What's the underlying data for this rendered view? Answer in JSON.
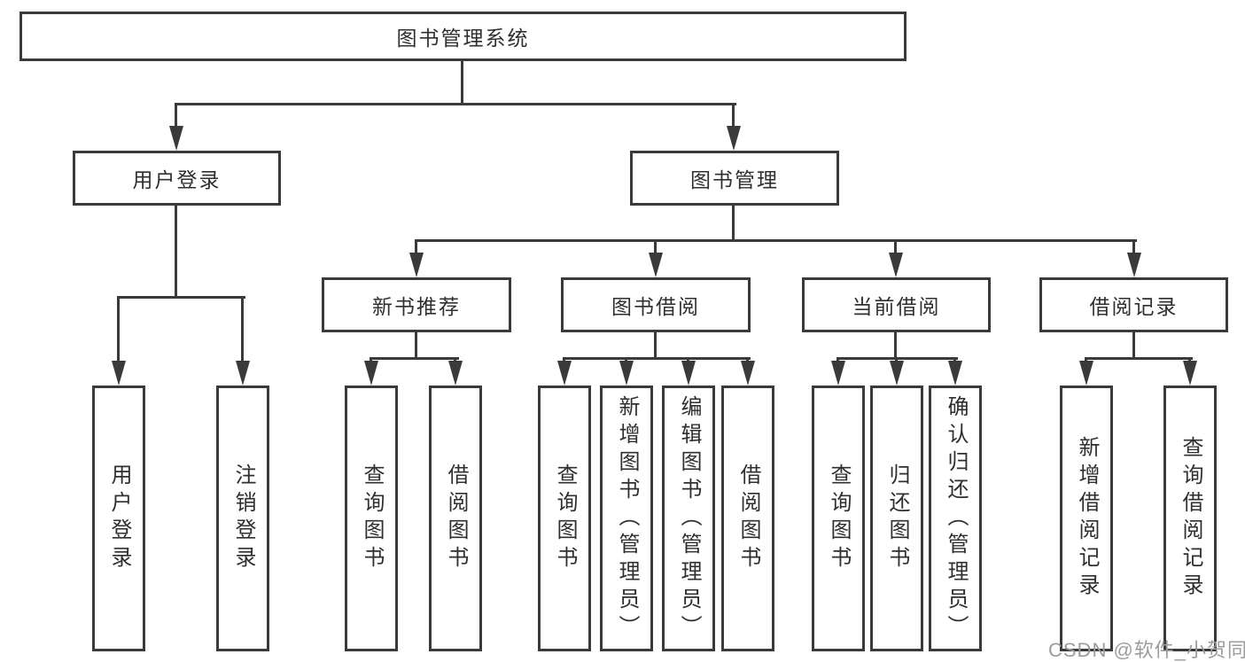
{
  "tree": {
    "label": "图书管理系统",
    "children": [
      {
        "label": "用户登录",
        "children": [
          {
            "label": "用户登录"
          },
          {
            "label": "注销登录"
          }
        ]
      },
      {
        "label": "图书管理",
        "children": [
          {
            "label": "新书推荐",
            "children": [
              {
                "label": "查询图书"
              },
              {
                "label": "借阅图书"
              }
            ]
          },
          {
            "label": "图书借阅",
            "children": [
              {
                "label": "查询图书"
              },
              {
                "label": "新增图书（管理员）"
              },
              {
                "label": "编辑图书（管理员）"
              },
              {
                "label": "借阅图书"
              }
            ]
          },
          {
            "label": "当前借阅",
            "children": [
              {
                "label": "查询图书"
              },
              {
                "label": "归还图书"
              },
              {
                "label": "确认归还（管理员）"
              }
            ]
          },
          {
            "label": "借阅记录",
            "children": [
              {
                "label": "新增借阅记录"
              },
              {
                "label": "查询借阅记录"
              }
            ]
          }
        ]
      }
    ]
  },
  "watermark": {
    "text": "CSDN @软件_小贺同学"
  },
  "colors": {
    "line": "#3a3a3a",
    "text": "#2f2f2f",
    "background": "#ffffff",
    "watermark": "#9c9c9c"
  }
}
